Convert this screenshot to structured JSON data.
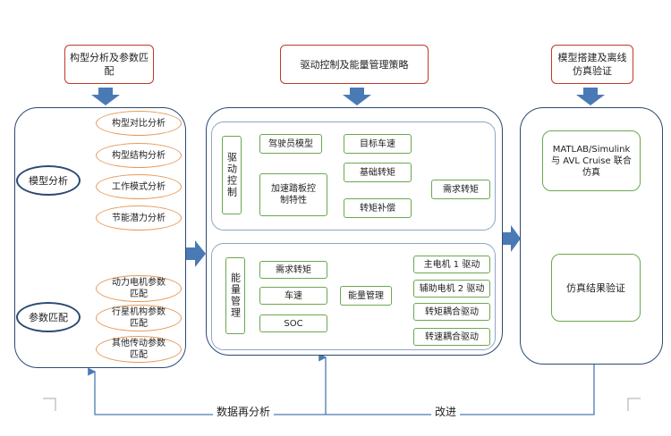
{
  "top_boxes": {
    "model_analysis": "构型分析及参数匹配",
    "drive_strategy": "驱动控制及能量管理策略",
    "modeling": "模型搭建及离线仿真验证"
  },
  "left_panel": {
    "model_analysis": "模型分析",
    "config_compare": "构型对比分析",
    "config_structure": "构型结构分析",
    "work_mode": "工作模式分析",
    "energy_potential": "节能潜力分析",
    "param_match": "参数匹配",
    "motor_param": "动力电机参数匹配",
    "planetary_param": "行星机构参数匹配",
    "other_param": "其他传动参数匹配"
  },
  "drive_control": {
    "title": "驱动控制",
    "driver_model": "驾驶员模型",
    "target_speed": "目标车速",
    "pedal_control": "加速踏板控制特性",
    "base_torque": "基础转矩",
    "torque_comp": "转矩补偿",
    "demand_torque": "需求转矩"
  },
  "energy_mgmt": {
    "title": "能量管理",
    "demand_torque": "需求转矩",
    "speed": "车速",
    "soc": "SOC",
    "energy_mgmt": "能量管理",
    "main_motor": "主电机 1 驱动",
    "aux_motor": "辅助电机 2 驱动",
    "torque_coupling": "转矩耦合驱动",
    "speed_coupling": "转速耦合驱动"
  },
  "right_panel": {
    "cosim": "MATLAB/Simulink 与 AVL Cruise 联合仿真",
    "result_verify": "仿真结果验证"
  },
  "feedback": {
    "data_reanalysis": "数据再分析",
    "improve": "改进"
  },
  "colors": {
    "panel_border": "#2b4a73",
    "arrow_fill": "#4a7ab5",
    "green": "#6aa84f",
    "orange": "#e69a5a",
    "red": "#c0392b"
  }
}
